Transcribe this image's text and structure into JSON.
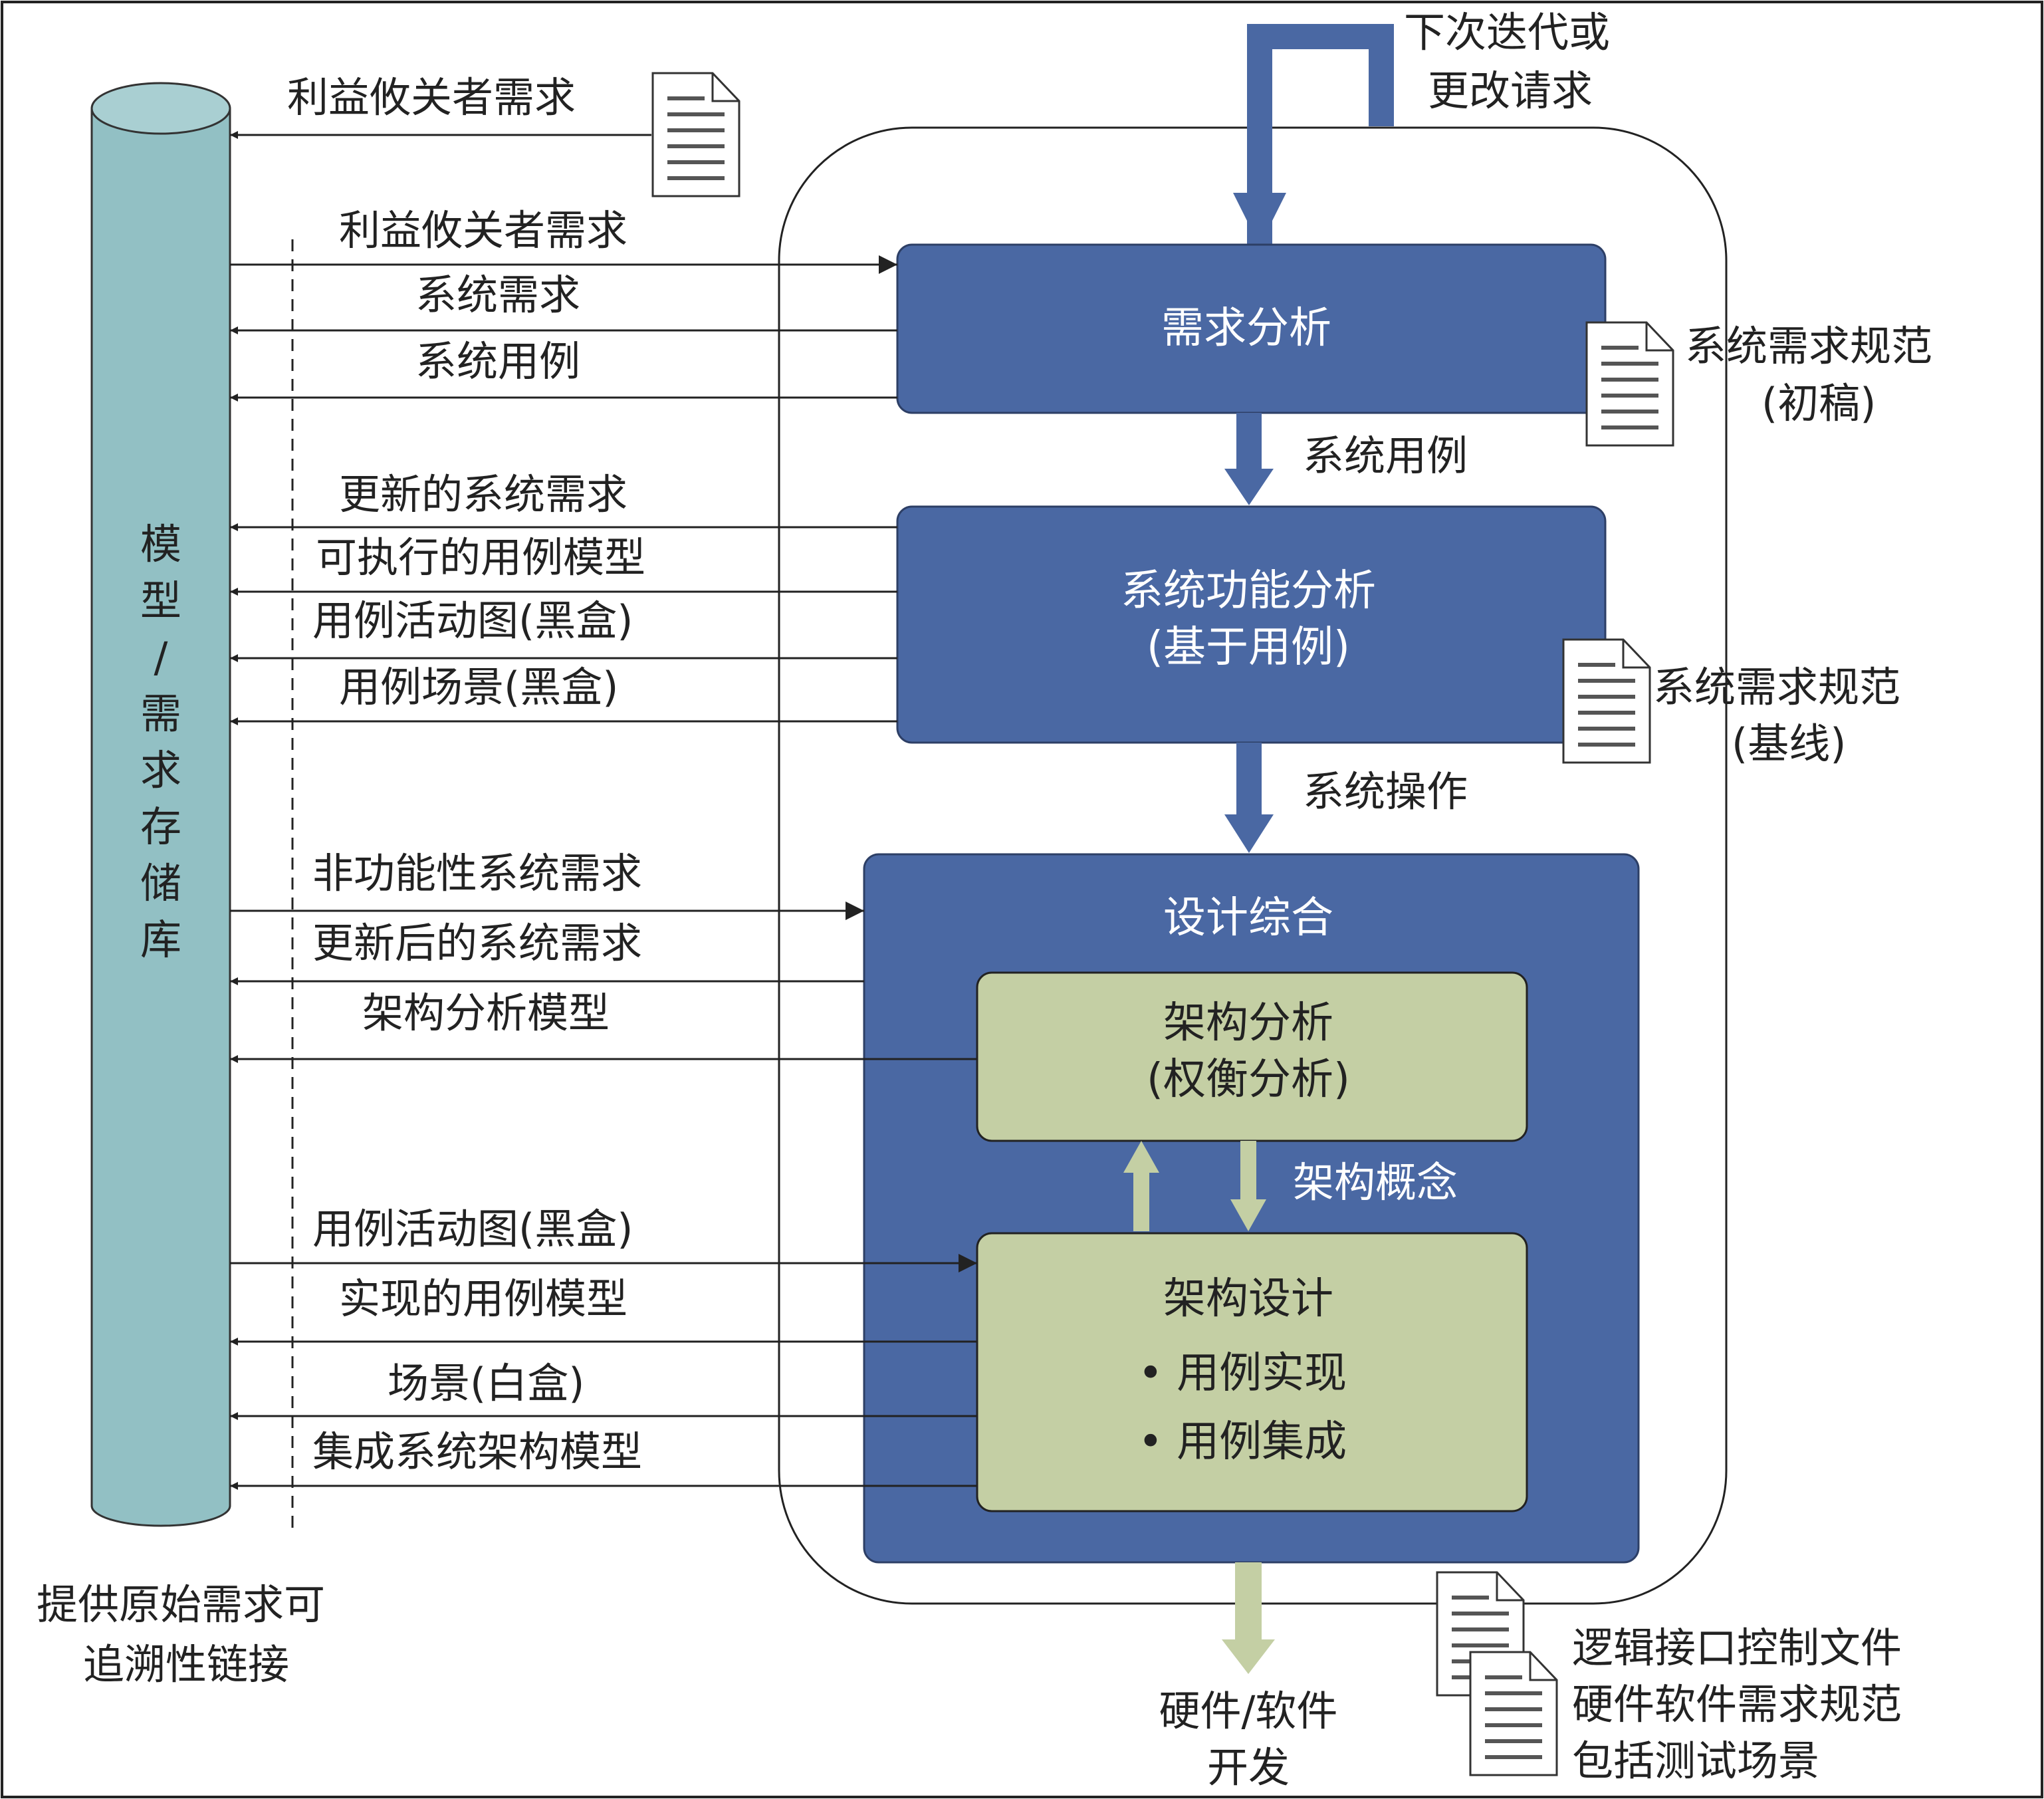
{
  "repository": {
    "label_chars": [
      "模",
      "型",
      "/",
      "需",
      "求",
      "存",
      "储",
      "库"
    ],
    "note": [
      "提供原始需求可",
      "追溯性链接"
    ],
    "color": "#92c0c4"
  },
  "top_input": {
    "doc_label": "利益攸关者需求",
    "iteration": [
      "下次迭代或",
      "更改请求"
    ]
  },
  "requirements_analysis": {
    "title": "需求分析",
    "flows": [
      "利益攸关者需求",
      "系统需求",
      "系统用例"
    ],
    "output_doc": [
      "系统需求规范",
      "(初稿)"
    ]
  },
  "link_1": "系统用例",
  "functional_analysis": {
    "title": [
      "系统功能分析",
      "(基于用例)"
    ],
    "flows": [
      "更新的系统需求",
      "可执行的用例模型",
      "用例活动图(黑盒)",
      "用例场景(黑盒)"
    ],
    "output_doc": [
      "系统需求规范",
      "(基线)"
    ]
  },
  "link_2": "系统操作",
  "design_synthesis": {
    "title": "设计综合",
    "flows_upper": [
      "非功能性系统需求",
      "更新后的系统需求",
      "架构分析模型"
    ],
    "architecture_analysis": [
      "架构分析",
      "(权衡分析)"
    ],
    "architecture_concept": "架构概念",
    "architecture_design": {
      "title": "架构设计",
      "bullets": [
        "• 用例实现",
        "• 用例集成"
      ]
    },
    "flows_lower": [
      "用例活动图(黑盒)",
      "实现的用例模型",
      "场景(白盒)",
      "集成系统架构模型"
    ]
  },
  "downstream": {
    "label": [
      "硬件/软件",
      "开发"
    ],
    "docs": [
      "逻辑接口控制文件",
      "硬件软件需求规范",
      "包括测试场景"
    ]
  },
  "colors": {
    "blue_box": "#4a68a3",
    "green_box": "#c4cfa4",
    "green_arrow": "#c4cfa4",
    "line": "#222222"
  }
}
